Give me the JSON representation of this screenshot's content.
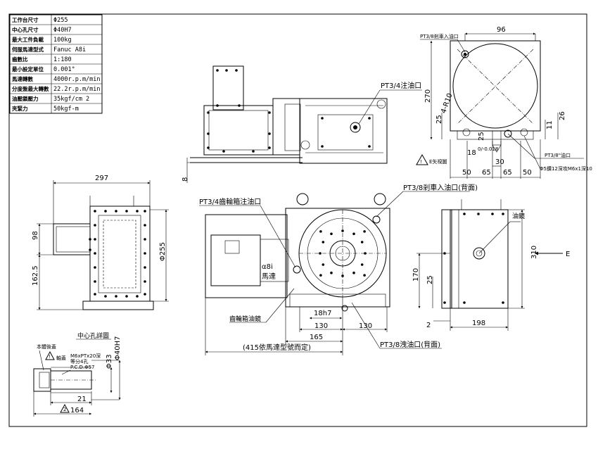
{
  "spec_table": [
    {
      "label": "工作台尺寸",
      "value": "Φ255"
    },
    {
      "label": "中心孔尺寸",
      "value": "Φ40H7"
    },
    {
      "label": "最大工件負載",
      "value": "100kg"
    },
    {
      "label": "伺服馬達型式",
      "value": "Fanuc A8i"
    },
    {
      "label": "齒數比",
      "value": "1:180"
    },
    {
      "label": "最小設定單位",
      "value": "0.001°"
    },
    {
      "label": "馬達轉數",
      "value": "4000r.p.m/min"
    },
    {
      "label": "分度盤最大轉數",
      "value": "22.2r.p.m/min"
    },
    {
      "label": "油壓鎖壓力",
      "value": "35kgf/cm 2"
    },
    {
      "label": "夾緊力",
      "value": "50kgf-m"
    }
  ],
  "top_view": {
    "dim_8": "8",
    "pt34_fill": "PT3/4注油口"
  },
  "right_top_view": {
    "dim_96": "96",
    "pt38_brake_in": "PT3/8剎車入油口",
    "dim_270": "270",
    "dim_25": "25",
    "radius": "4-R10",
    "dim_11": "11",
    "dim_26": "26",
    "dim_18": "18",
    "tol": "0/-0.018",
    "dim_25b": "25",
    "dim_30": "30",
    "dim_50a": "50",
    "dim_65a": "65",
    "dim_65b": "65",
    "dim_50b": "50",
    "pt38_brake_lbl": "PT3/8\"油口",
    "hole_note": "Φ5鑽12深攻M6x1深10",
    "e_view": "E矢視圖"
  },
  "left_view": {
    "dim_297": "297",
    "dim_98": "98",
    "dim_1625": "162.5",
    "dim_phi255": "Φ255"
  },
  "front_view": {
    "pt34_gear": "PT3/4齒輪箱注油口",
    "pt38_brake_back": "PT3/8剎車入油口(背面)",
    "motor_type": "α8i",
    "motor_label": "馬達",
    "gear_window": "齒輪箱油鏡",
    "dim_18h7": "18h7",
    "dim_130a": "130",
    "dim_130b": "130",
    "dim_165": "165",
    "dim_415": "(415依馬達型號而定)",
    "pt38_drain": "PT3/8洩油口(背面)"
  },
  "side_view": {
    "oil_window": "油鏡",
    "e_arrow": "E",
    "dim_310": "310",
    "dim_170": "170",
    "dim_25": "25",
    "dim_2": "2",
    "dim_198": "198"
  },
  "detail_view": {
    "title": "中心孔詳圖",
    "keep_label": "本體後蓋",
    "cap_label": "軸蓋",
    "bolt_note1": "M6xPTx20深",
    "bolt_note2": "等分4孔",
    "bolt_note3": "P.C.D.Φ57",
    "dim_33": "Φ33",
    "dim_40h7": "Φ40H7",
    "dim_21": "21",
    "dim_164": "164",
    "warn_mark": "2"
  }
}
